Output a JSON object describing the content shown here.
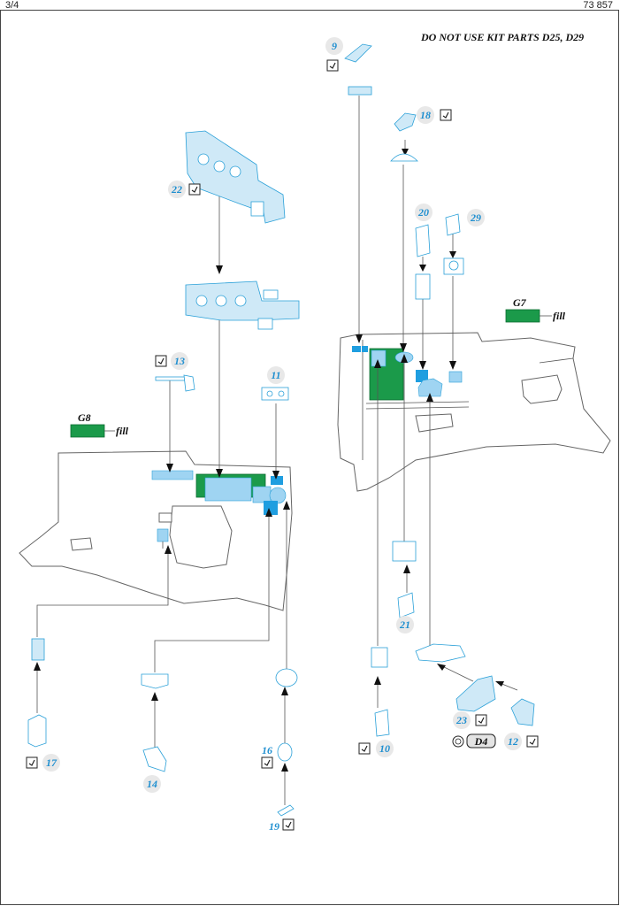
{
  "header": {
    "page": "3/4",
    "code": "73 857"
  },
  "warning": "DO NOT USE KIT PARTS D25, D29",
  "parts": {
    "p9": "9",
    "p10": "10",
    "p11": "11",
    "p12": "12",
    "p13": "13",
    "p14": "14",
    "p16": "16",
    "p17": "17",
    "p18": "18",
    "p19": "19",
    "p20": "20",
    "p21": "21",
    "p22": "22",
    "p23": "23",
    "p29": "29"
  },
  "colors": {
    "g7": {
      "code": "G7",
      "word": "fill",
      "hex": "#1b9a4a"
    },
    "g8": {
      "code": "G8",
      "word": "fill",
      "hex": "#1b9a4a"
    }
  },
  "kit_part": "D4"
}
